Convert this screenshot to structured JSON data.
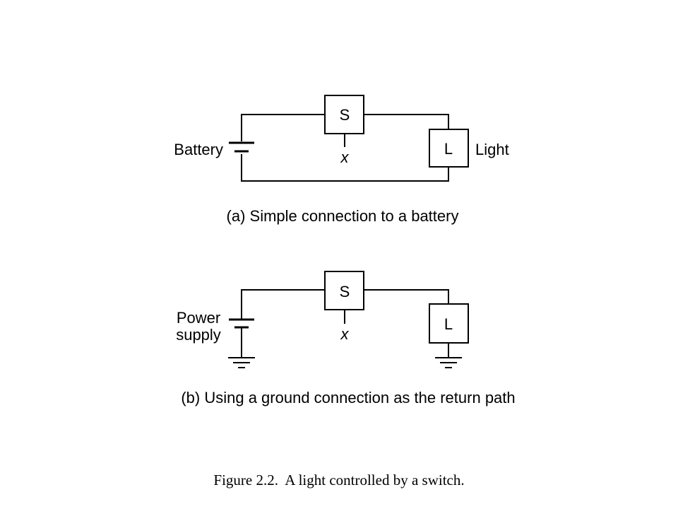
{
  "diagram_a": {
    "battery_label": "Battery",
    "switch_label": "S",
    "switch_control": "x",
    "load_label": "L",
    "light_label": "Light",
    "caption": "(a) Simple connection to a battery"
  },
  "diagram_b": {
    "power_label_line1": "Power",
    "power_label_line2": "supply",
    "switch_label": "S",
    "switch_control": "x",
    "load_label": "L",
    "caption": "(b) Using a ground connection as the return path"
  },
  "figure_caption": "Figure 2.2.  A light controlled by a switch."
}
